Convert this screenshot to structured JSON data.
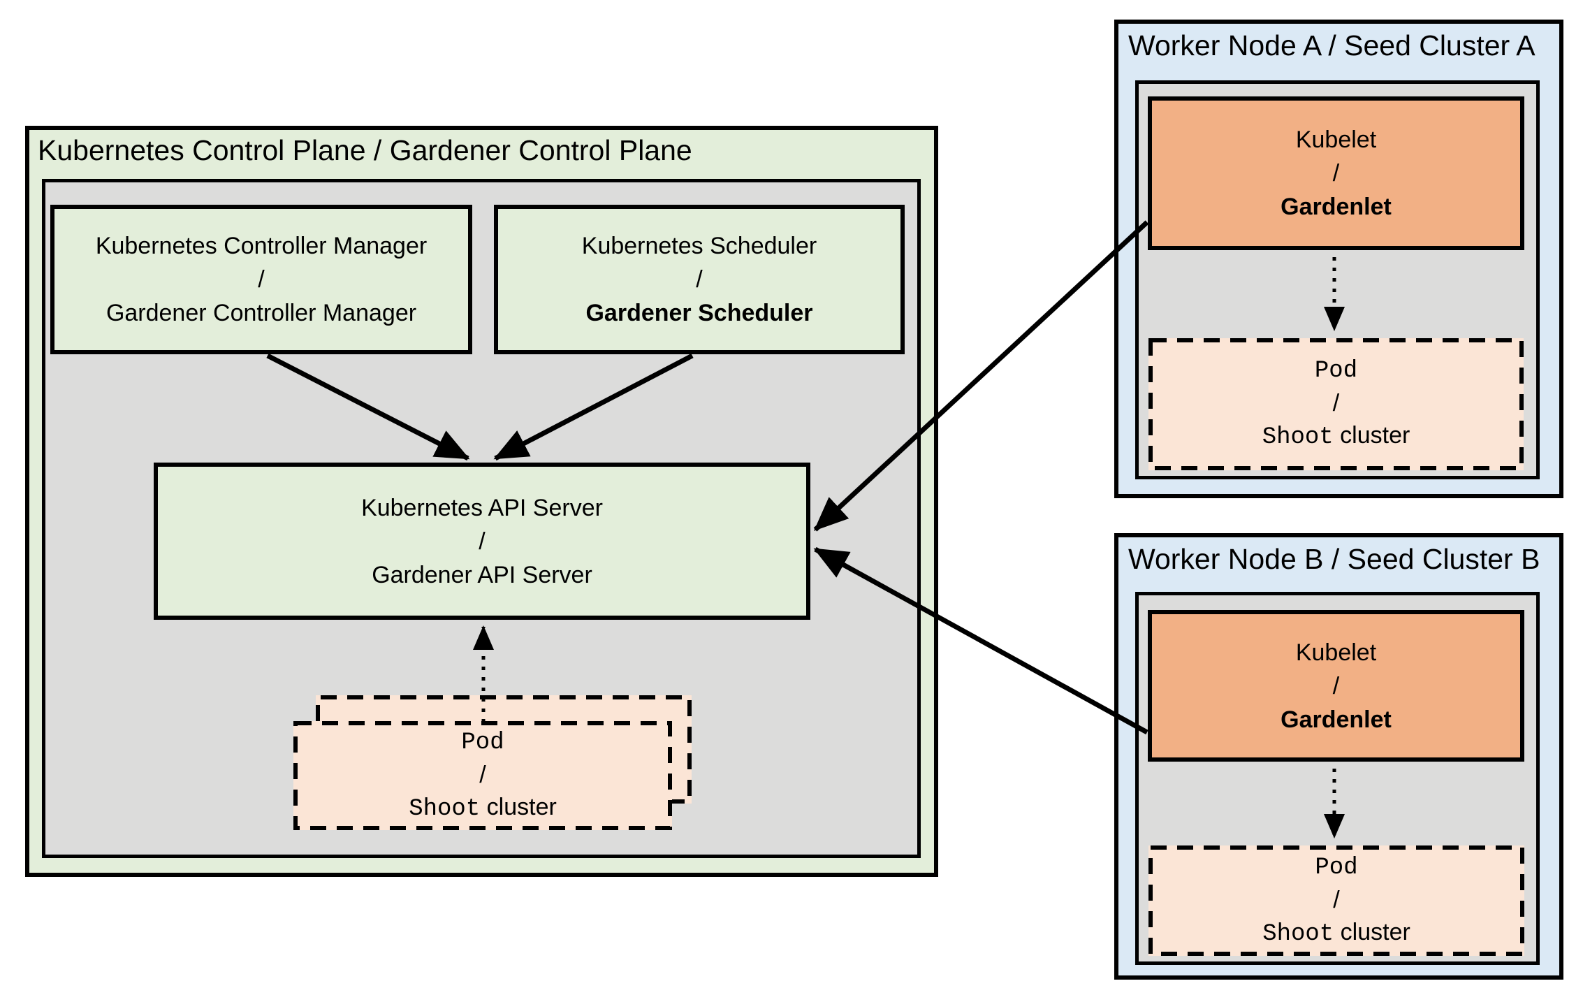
{
  "control_plane": {
    "title": "Kubernetes Control Plane / Gardener Control Plane",
    "controller_manager": {
      "line1": "Kubernetes Controller Manager",
      "separator": "/",
      "line2": "Gardener Controller Manager"
    },
    "scheduler": {
      "line1": "Kubernetes Scheduler",
      "separator": "/",
      "line2": "Gardener Scheduler"
    },
    "api_server": {
      "line1": "Kubernetes API Server",
      "separator": "/",
      "line2": "Gardener API Server"
    },
    "pod_stack": {
      "line1": "Pod",
      "separator": "/",
      "line3_mono": "Shoot",
      "line3_sans": "cluster"
    }
  },
  "worker_a": {
    "title": "Worker Node A / Seed Cluster A",
    "kubelet": {
      "line1": "Kubelet",
      "separator": "/",
      "line2": "Gardenlet"
    },
    "pod": {
      "line1": "Pod",
      "separator": "/",
      "line3_mono": "Shoot",
      "line3_sans": "cluster"
    }
  },
  "worker_b": {
    "title": "Worker Node B / Seed Cluster B",
    "kubelet": {
      "line1": "Kubelet",
      "separator": "/",
      "line2": "Gardenlet"
    },
    "pod": {
      "line1": "Pod",
      "separator": "/",
      "line3_mono": "Shoot",
      "line3_sans": "cluster"
    }
  },
  "colors": {
    "control_plane_bg": "#e3eeda",
    "inner_panel_bg": "#dcdcdb",
    "component_box_bg": "#e3eeda",
    "worker_node_bg": "#dbe9f5",
    "kubelet_box_bg": "#f2b085",
    "pod_box_bg": "#fbe5d6",
    "line_color": "#000000"
  }
}
